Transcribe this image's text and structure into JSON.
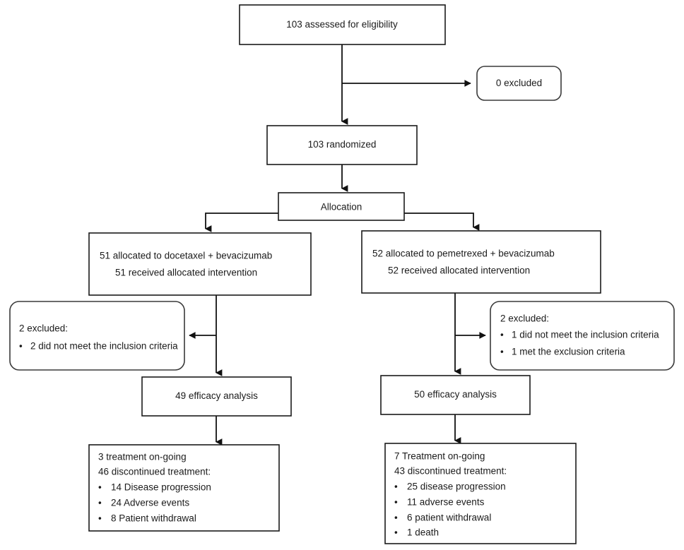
{
  "diagram": {
    "type": "consort-flow-diagram",
    "title_text": "",
    "colors": {
      "stroke": "#1a1a1a",
      "text": "#1b1b1b",
      "background": "#ffffff"
    },
    "nodes": {
      "assessed": {
        "label": "103 assessed for eligibility",
        "shape": "rectangle",
        "count": 103
      },
      "excluded_top": {
        "label": "0 excluded",
        "shape": "rounded-rectangle",
        "count": 0
      },
      "randomized": {
        "label": "103 randomized",
        "shape": "rectangle",
        "count": 103
      },
      "allocation_band": {
        "label": "Allocation",
        "shape": "rectangle"
      },
      "alloc_left": {
        "line1": "51 allocated to docetaxel + bevacizumab",
        "line2": "51 received allocated intervention",
        "shape": "rectangle"
      },
      "alloc_right": {
        "line1": "52 allocated to pemetrexed + bevacizumab",
        "line2": "52 received allocated intervention",
        "shape": "rectangle"
      },
      "excluded_left": {
        "heading": "2 excluded:",
        "items": [
          "2 did not meet the inclusion criteria"
        ],
        "shape": "rounded-rectangle"
      },
      "excluded_right": {
        "heading": "2 excluded:",
        "items": [
          "1 did not meet the inclusion criteria",
          "1 met the exclusion criteria"
        ],
        "shape": "rounded-rectangle"
      },
      "efficacy_left": {
        "label": "49 efficacy analysis",
        "shape": "rectangle",
        "count": 49
      },
      "efficacy_right": {
        "label": "50 efficacy analysis",
        "shape": "rectangle",
        "count": 50
      },
      "outcome_left": {
        "line1": "3 treatment on-going",
        "line2": "46 discontinued treatment:",
        "items": [
          "14 Disease progression",
          "24 Adverse events",
          "8 Patient withdrawal"
        ],
        "shape": "rectangle"
      },
      "outcome_right": {
        "line1": "7 Treatment on-going",
        "line2": "43 discontinued treatment:",
        "items": [
          "25 disease progression",
          "11 adverse events",
          "6 patient withdrawal",
          "1 death"
        ],
        "shape": "rectangle"
      }
    },
    "bullet_glyph": "•"
  }
}
